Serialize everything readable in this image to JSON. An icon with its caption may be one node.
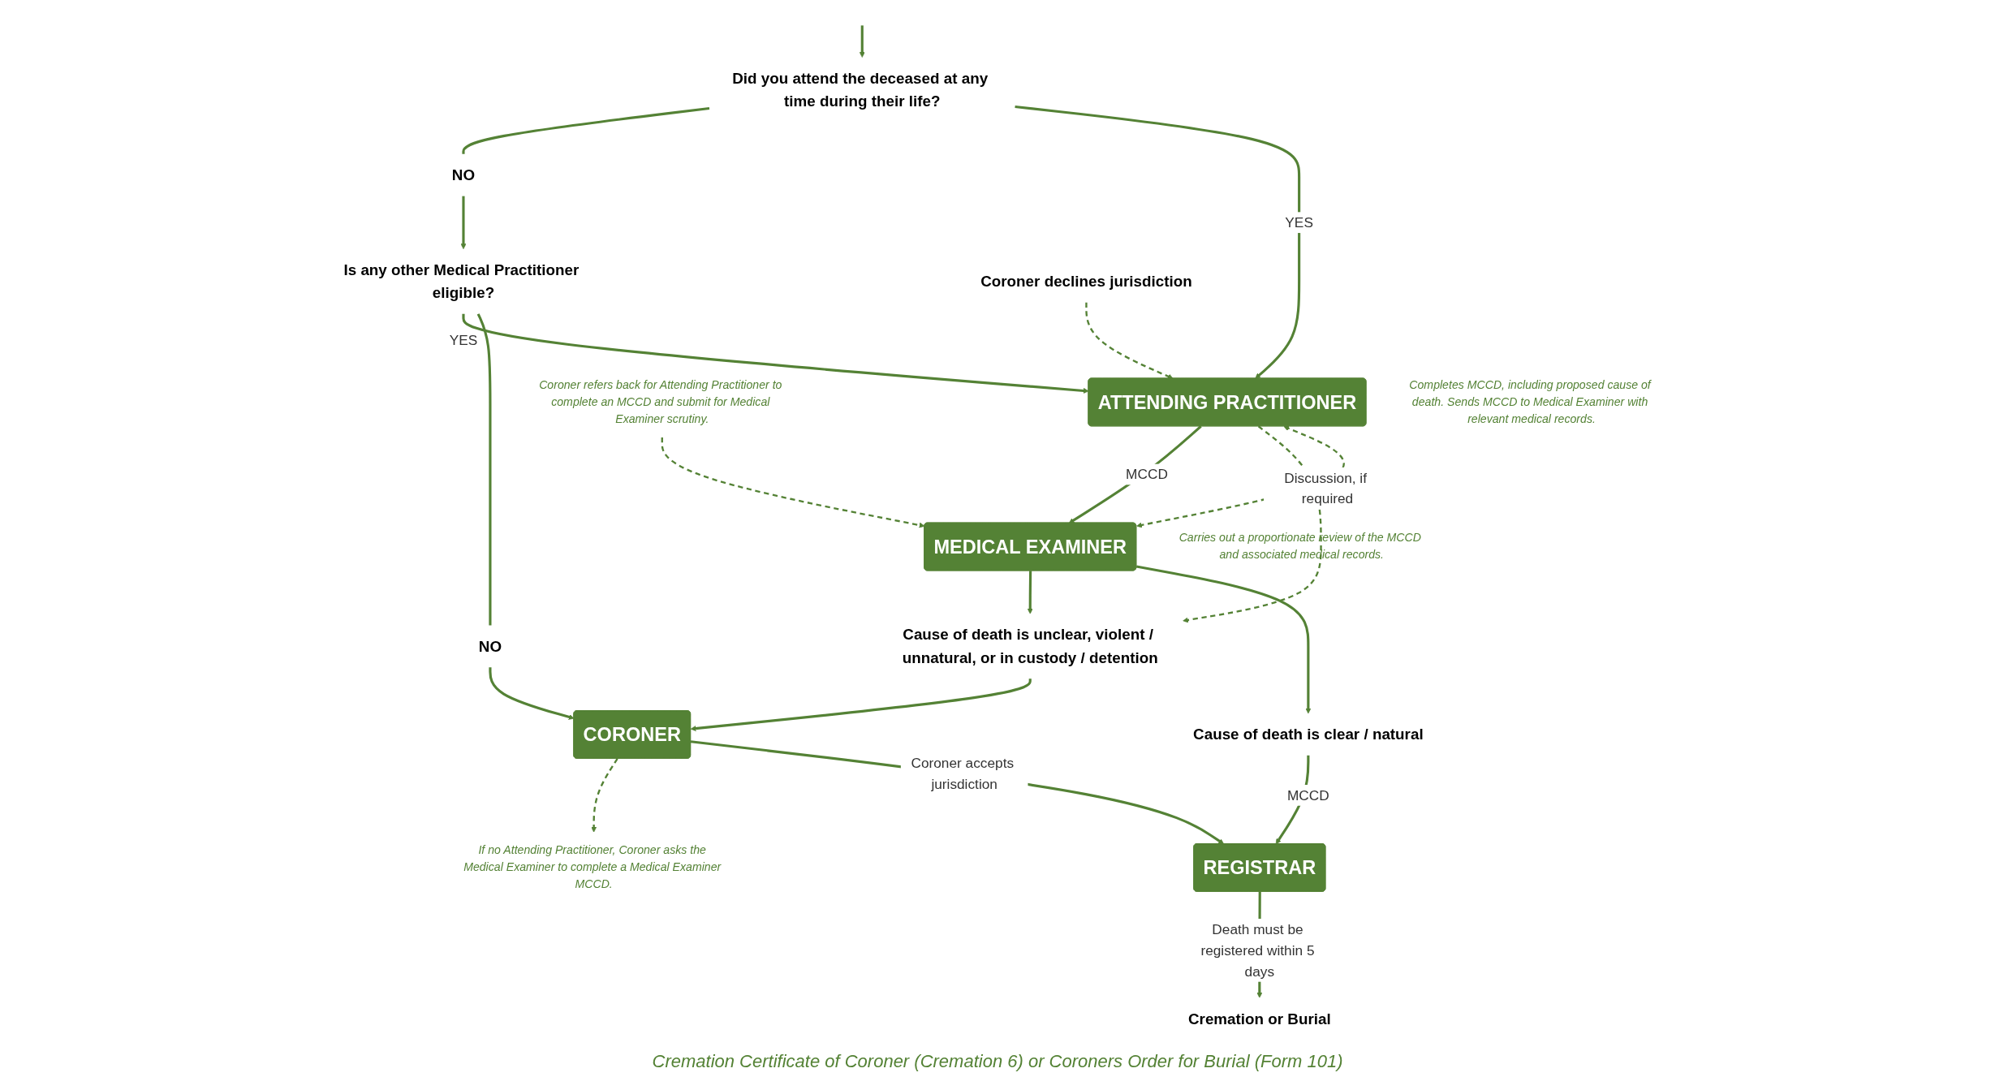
{
  "diagram": {
    "nodes": [
      {
        "text": [
          "Did you attend the deceased at any time during their life?"
        ]
      },
      {
        "text": [
          "NO"
        ]
      },
      {
        "text": [
          "Is any other Medical Practitioner eligible?"
        ]
      },
      {
        "text": [
          "ATTENDING PRACTITIONER"
        ],
        "beside": [
          "Completes MCCD, including proposed cause of death. Sends MCCD to Medical Examiner with relevant medical records."
        ]
      },
      {
        "text": [
          "MEDICAL EXAMINER"
        ],
        "beside": [
          "Carries out a proportionate review of the MCCD and associated medical records."
        ]
      },
      {
        "text": [
          "Coroner declines jurisdiction"
        ]
      },
      {
        "text": [
          "Coroner refers back for Attending Practitioner to complete an MCCD and submit for Medical Examiner scrutiny."
        ]
      },
      {
        "text": [
          "If no Attending Practitioner, Coroner asks the Medical Examiner to complete a Medical Examiner MCCD."
        ]
      },
      {
        "text": [
          "NO"
        ]
      },
      {
        "text": [
          "CORONER"
        ]
      },
      {
        "text": [
          "Cause of death is unclear, violent / unnatural, or in custody / detention"
        ]
      },
      {
        "text": [
          "Cause of death is clear / natural"
        ]
      },
      {
        "text": [
          "REGISTRAR"
        ]
      },
      {
        "text": [
          "Cremation or Burial"
        ]
      }
    ],
    "edges": [
      {
        "from": null,
        "to": 0,
        "arrow": "to"
      },
      {
        "from": 0,
        "to": 1,
        "arrow": "none"
      },
      {
        "from": 1,
        "to": 2,
        "arrow": "to"
      },
      {
        "from": 0,
        "to": 3,
        "arrow": "to",
        "label": "YES"
      },
      {
        "from": 2,
        "to": 3,
        "arrow": "to",
        "label": "YES"
      },
      {
        "from": 5,
        "to": 3,
        "arrow": "to",
        "style": "dashed"
      },
      {
        "from": 3,
        "to": 4,
        "arrow": "to",
        "label": "MCCD"
      },
      {
        "from": 3,
        "to": 10,
        "arrow": "to",
        "style": "dashed"
      },
      {
        "from": 4,
        "to": 3,
        "arrow": "both",
        "style": "dashed",
        "label": "Discussion, if required"
      },
      {
        "from": 6,
        "to": 4,
        "arrow": "to",
        "style": "dashed"
      },
      {
        "from": 4,
        "to": 10,
        "arrow": "to"
      },
      {
        "from": 4,
        "to": 11,
        "arrow": "to"
      },
      {
        "from": 2,
        "to": 8,
        "arrow": "none"
      },
      {
        "from": 8,
        "to": 9,
        "arrow": "to"
      },
      {
        "from": 10,
        "to": 9,
        "arrow": "to"
      },
      {
        "from": 9,
        "to": 7,
        "arrow": "to",
        "style": "dashed"
      },
      {
        "from": 9,
        "to": 12,
        "arrow": "to",
        "label": "Coroner accepts jurisdiction"
      },
      {
        "from": 11,
        "to": 12,
        "arrow": "to",
        "label": "MCCD"
      },
      {
        "from": 12,
        "to": 13,
        "arrow": "to",
        "label": "Death must be registered within 5 days"
      }
    ],
    "labels": [
      "Cremation Certificate of Coroner (Cremation 6) or Coroners Order for Burial (Form 101)"
    ]
  }
}
